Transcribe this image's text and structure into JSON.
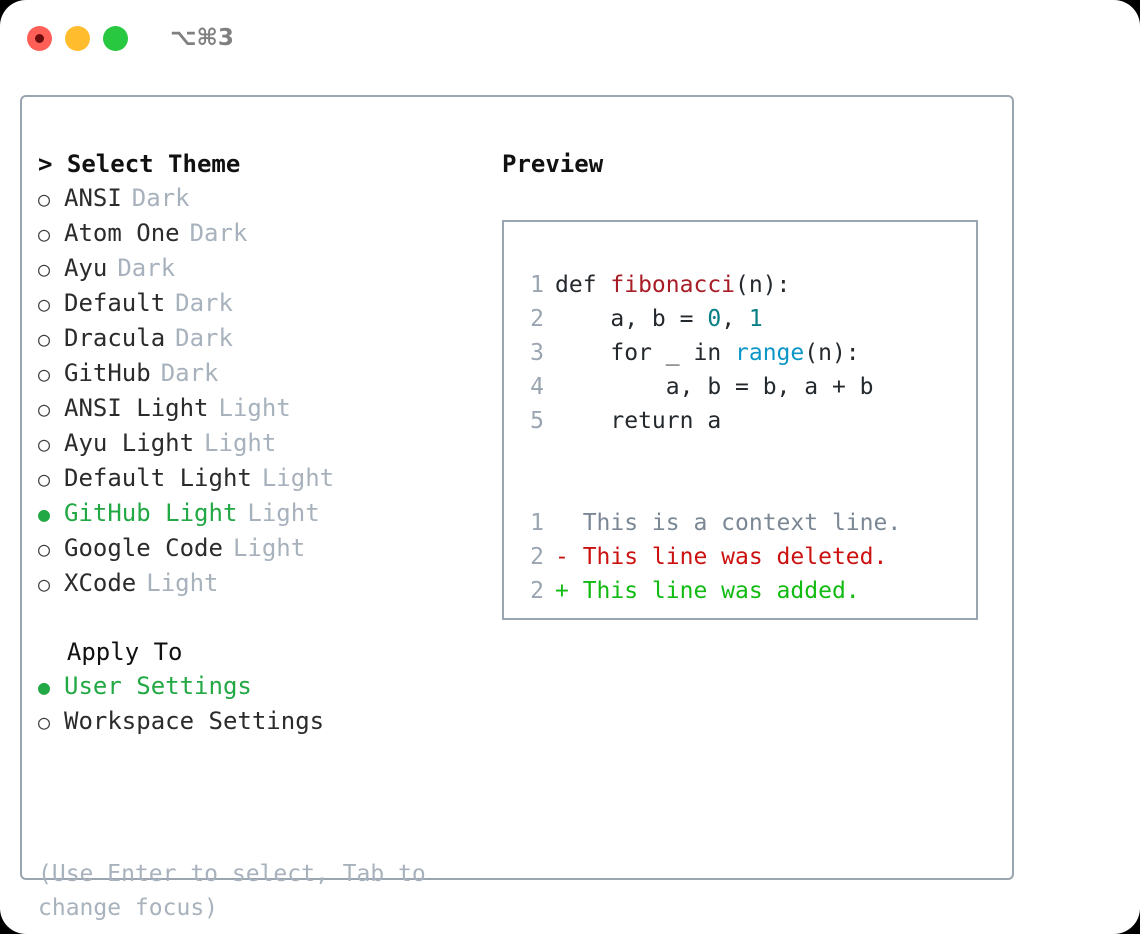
{
  "titlebar": {
    "shortcut": "⌥⌘3",
    "lights": [
      {
        "name": "close",
        "color": "#ff5f57"
      },
      {
        "name": "minimize",
        "color": "#ffbd2e"
      },
      {
        "name": "zoom",
        "color": "#28c840"
      }
    ]
  },
  "left": {
    "heading": "> Select Theme",
    "themes": [
      {
        "bullet": "○",
        "label": "ANSI",
        "badge": "Dark",
        "selected": false
      },
      {
        "bullet": "○",
        "label": "Atom One",
        "badge": "Dark",
        "selected": false
      },
      {
        "bullet": "○",
        "label": "Ayu",
        "badge": "Dark",
        "selected": false
      },
      {
        "bullet": "○",
        "label": "Default",
        "badge": "Dark",
        "selected": false
      },
      {
        "bullet": "○",
        "label": "Dracula",
        "badge": "Dark",
        "selected": false
      },
      {
        "bullet": "○",
        "label": "GitHub",
        "badge": "Dark",
        "selected": false
      },
      {
        "bullet": "○",
        "label": "ANSI Light",
        "badge": "Light",
        "selected": false
      },
      {
        "bullet": "○",
        "label": "Ayu Light",
        "badge": "Light",
        "selected": false
      },
      {
        "bullet": "○",
        "label": "Default Light",
        "badge": "Light",
        "selected": false
      },
      {
        "bullet": "●",
        "label": "GitHub Light",
        "badge": "Light",
        "selected": true
      },
      {
        "bullet": "○",
        "label": "Google Code",
        "badge": "Light",
        "selected": false
      },
      {
        "bullet": "○",
        "label": "XCode",
        "badge": "Light",
        "selected": false
      }
    ],
    "apply_to_heading": "  Apply To",
    "apply_to": [
      {
        "bullet": "●",
        "label": "User Settings",
        "selected": true
      },
      {
        "bullet": "○",
        "label": "Workspace Settings",
        "selected": false
      }
    ],
    "hint": "(Use Enter to select, Tab to change focus)"
  },
  "right": {
    "heading": "Preview",
    "code": [
      {
        "no": "1",
        "parts": [
          {
            "t": "def ",
            "c": "plain"
          },
          {
            "t": "fibonacci",
            "c": "fn"
          },
          {
            "t": "(n):",
            "c": "plain"
          }
        ]
      },
      {
        "no": "2",
        "parts": [
          {
            "t": "    a, b = ",
            "c": "plain"
          },
          {
            "t": "0",
            "c": "num"
          },
          {
            "t": ", ",
            "c": "plain"
          },
          {
            "t": "1",
            "c": "num"
          }
        ]
      },
      {
        "no": "3",
        "parts": [
          {
            "t": "    for _ in ",
            "c": "plain"
          },
          {
            "t": "range",
            "c": "builtin"
          },
          {
            "t": "(n):",
            "c": "plain"
          }
        ]
      },
      {
        "no": "4",
        "parts": [
          {
            "t": "        a, b = b, a + b",
            "c": "plain"
          }
        ]
      },
      {
        "no": "5",
        "parts": [
          {
            "t": "    return a",
            "c": "plain"
          }
        ]
      }
    ],
    "diff": [
      {
        "no": "1",
        "text": "  This is a context line.",
        "kind": "ctx"
      },
      {
        "no": "2",
        "text": "- This line was deleted.",
        "kind": "del"
      },
      {
        "no": "2",
        "text": "+ This line was added.",
        "kind": "add"
      }
    ]
  },
  "colors": {
    "accent_green": "#22a844",
    "badge_grey": "#a8b2bd",
    "border": "#9aa5b1",
    "diff_add": "#12bb12",
    "diff_del": "#cc1111",
    "diff_ctx": "#7b8794",
    "token_fn": "#a81d25",
    "token_num": "#087f84",
    "token_builtin": "#0b96c8"
  }
}
